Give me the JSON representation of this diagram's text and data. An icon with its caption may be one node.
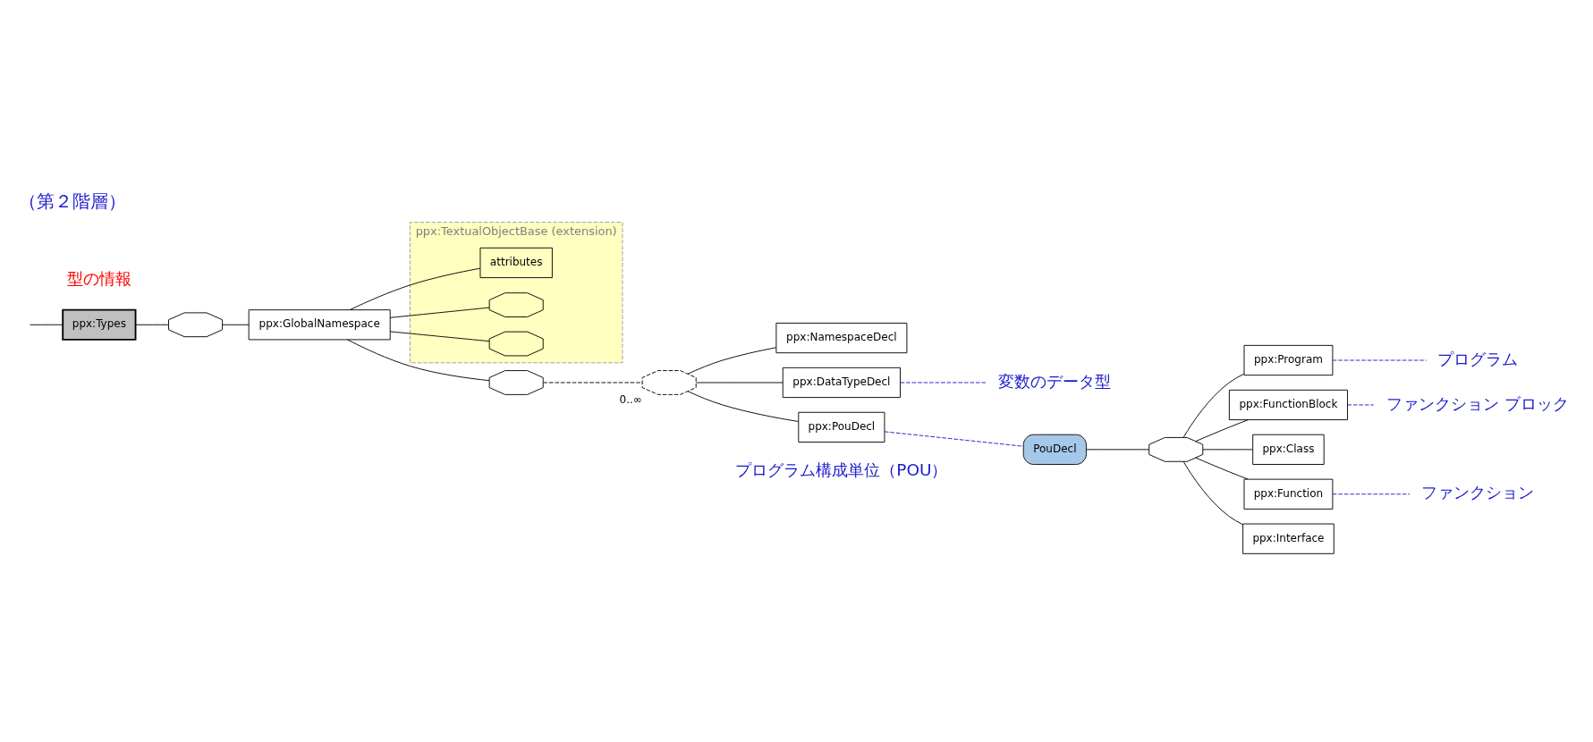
{
  "diagram": {
    "title": "（第２階層）",
    "nodes": [
      {
        "text": [
          "ppx:Types"
        ]
      },
      {
        "text": [],
        "shape": "octagon"
      },
      {
        "text": [
          "ppx:GlobalNamespace"
        ]
      },
      {
        "text": [
          "ppx:TextualObjectBase (extension)"
        ]
      },
      {
        "text": [
          "attributes"
        ],
        "in": 3
      },
      {
        "text": [],
        "shape": "octagon",
        "in": 3
      },
      {
        "text": [],
        "shape": "octagon",
        "in": 3
      },
      {
        "text": [],
        "shape": "octagon"
      },
      {
        "text": [],
        "shape": "octagon",
        "beside": [
          "0..∞"
        ]
      },
      {
        "text": [
          "ppx:NamespaceDecl"
        ]
      },
      {
        "text": [
          "ppx:DataTypeDecl"
        ]
      },
      {
        "text": [
          "ppx:PouDecl"
        ]
      },
      {
        "text": [
          "PouDecl"
        ]
      },
      {
        "text": [],
        "shape": "octagon"
      },
      {
        "text": [
          "ppx:Program"
        ]
      },
      {
        "text": [
          "ppx:FunctionBlock"
        ]
      },
      {
        "text": [
          "ppx:Class"
        ]
      },
      {
        "text": [
          "ppx:Function"
        ]
      },
      {
        "text": [
          "ppx:Interface"
        ]
      },
      {
        "text": [
          "変数のデータ型"
        ]
      },
      {
        "text": [
          "プログラム"
        ]
      },
      {
        "text": [
          "ファンクション ブロック"
        ]
      },
      {
        "text": [
          "ファンクション"
        ]
      }
    ],
    "edges": [
      {
        "from": null,
        "to": 0,
        "arrow": "none"
      },
      {
        "from": 0,
        "to": 1,
        "arrow": "none"
      },
      {
        "from": 1,
        "to": 2,
        "arrow": "none"
      },
      {
        "from": 2,
        "to": 4,
        "arrow": "none"
      },
      {
        "from": 2,
        "to": 5,
        "arrow": "none"
      },
      {
        "from": 2,
        "to": 6,
        "arrow": "none"
      },
      {
        "from": 2,
        "to": 7,
        "arrow": "none"
      },
      {
        "from": 7,
        "to": 8,
        "arrow": "none",
        "style": "dashed"
      },
      {
        "from": 8,
        "to": 9,
        "arrow": "none"
      },
      {
        "from": 8,
        "to": 10,
        "arrow": "none"
      },
      {
        "from": 8,
        "to": 11,
        "arrow": "none"
      },
      {
        "from": 11,
        "to": 12,
        "arrow": "none",
        "style": "dashed",
        "color": "#1a1acc"
      },
      {
        "from": 12,
        "to": 13,
        "arrow": "none"
      },
      {
        "from": 13,
        "to": 14,
        "arrow": "none"
      },
      {
        "from": 13,
        "to": 15,
        "arrow": "none"
      },
      {
        "from": 13,
        "to": 16,
        "arrow": "none"
      },
      {
        "from": 13,
        "to": 17,
        "arrow": "none"
      },
      {
        "from": 13,
        "to": 18,
        "arrow": "none"
      },
      {
        "from": 19,
        "to": 10,
        "arrow": "none",
        "style": "dashed",
        "color": "#1a1acc"
      },
      {
        "from": 20,
        "to": 14,
        "arrow": "none",
        "style": "dashed",
        "color": "#1a1acc"
      },
      {
        "from": 21,
        "to": 15,
        "arrow": "none",
        "style": "dashed",
        "color": "#1a1acc"
      },
      {
        "from": 22,
        "to": 17,
        "arrow": "none",
        "style": "dashed",
        "color": "#1a1acc"
      }
    ],
    "labels": [
      "型の情報",
      "プログラム構成単位（POU）"
    ]
  }
}
